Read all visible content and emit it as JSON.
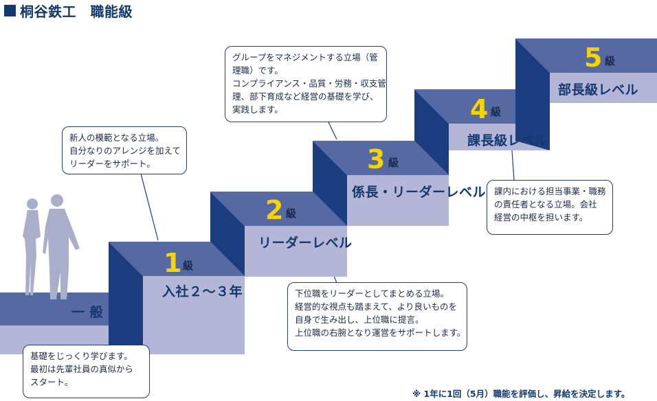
{
  "header": {
    "title": "桐谷鉄工　職能級"
  },
  "levels": [
    {
      "label": "一 般"
    },
    {
      "num": "1",
      "kyu": "級",
      "label": "入社２～３年"
    },
    {
      "num": "2",
      "kyu": "級",
      "label": "リーダーレベル"
    },
    {
      "num": "3",
      "kyu": "級",
      "label": "係長・リーダーレベル"
    },
    {
      "num": "4",
      "kyu": "級",
      "label": "課長級レベル"
    },
    {
      "num": "5",
      "kyu": "級",
      "label": "部長級レベル"
    }
  ],
  "callouts": {
    "general": [
      "基礎をじっくり学びます。",
      "最初は先輩社員の真似から",
      "スタート。"
    ],
    "level1": [
      "新人の模範となる立場。",
      "自分なりのアレンジを加えて",
      "リーダーをサポート。"
    ],
    "level2": [
      "下位職をリーダーとしてまとめる立場。",
      "経営的な視点も踏まえて、より良いものを",
      "自身で生み出し、上位職に提言。",
      "上位職の右腕となり運営をサポートします。"
    ],
    "level3": [
      "グループをマネジメントする立場（管",
      "理職）です。",
      "コンプライアンス・品質・労務・収支管",
      "理、部下育成など経営の基礎を学び、",
      "実践します。"
    ],
    "level4": [
      "課内における担当事業・職務",
      "の責任者となる立場。会社",
      "経営の中枢を担います。"
    ]
  },
  "footnote": "※ 1年に1回（5月）職能を評価し、昇給を決定します。",
  "colors": {
    "front": "#b3b6d6",
    "top": "#5669a3",
    "side": "#1c3d80",
    "accent": "#f5d400"
  }
}
